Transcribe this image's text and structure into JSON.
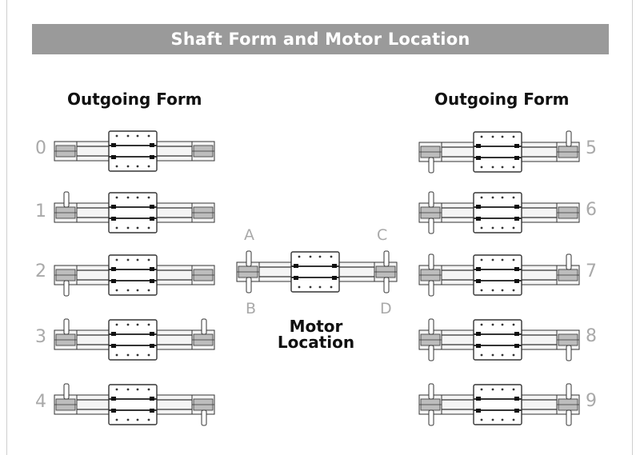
{
  "title": "Shaft Form and Motor Location",
  "left_heading": "Outgoing Form",
  "right_heading": "Outgoing Form",
  "motor_label_line1": "Motor",
  "motor_label_line2": "Location",
  "left_numbers": [
    "0",
    "1",
    "2",
    "3",
    "4"
  ],
  "right_numbers": [
    "5",
    "6",
    "7",
    "8",
    "9"
  ],
  "motor_letters": {
    "a": "A",
    "b": "B",
    "c": "C",
    "d": "D"
  },
  "colors": {
    "banner": "#9a9a9a",
    "label_gray": "#a9a9a9",
    "line": "#333333",
    "shaft_fill": "#bdbdbd"
  }
}
